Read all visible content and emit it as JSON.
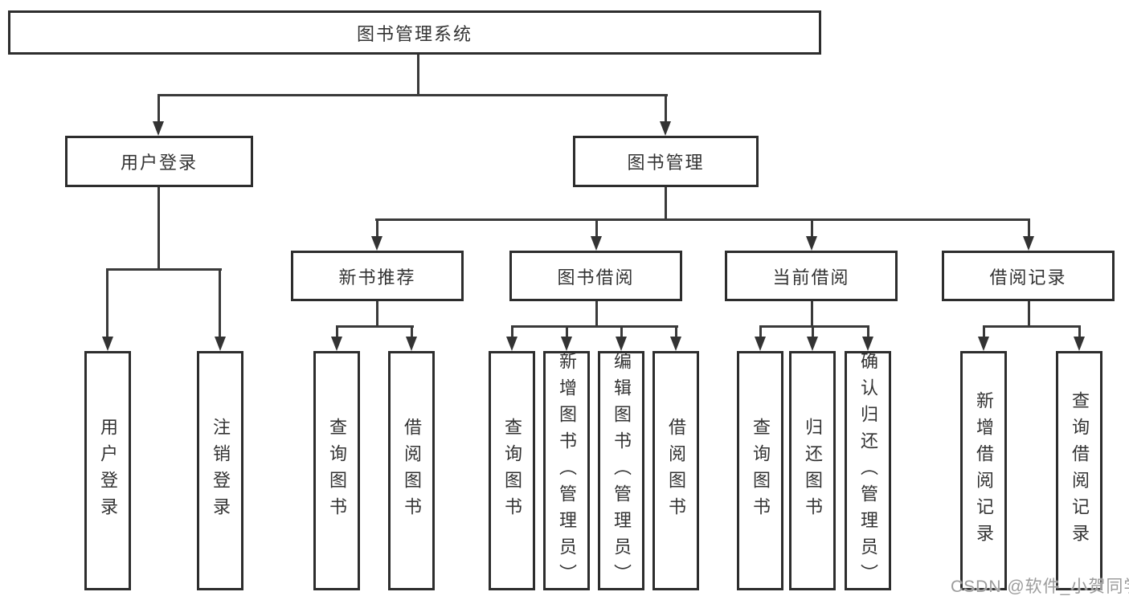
{
  "diagram": {
    "title": "图书管理系统",
    "nodes": {
      "root": "图书管理系统",
      "user_login": "用户登录",
      "book_mgmt": "图书管理",
      "new_book_rec": "新书推荐",
      "book_borrow": "图书借阅",
      "current_borrow": "当前借阅",
      "borrow_record": "借阅记录",
      "leaf_user_login": "用户登录",
      "leaf_logout": "注销登录",
      "leaf_query_book_rec": "查询图书",
      "leaf_borrow_book_rec": "借阅图书",
      "leaf_query_book_borrow": "查询图书",
      "leaf_add_book_admin": "新增图书（管理员）",
      "leaf_edit_book_admin": "编辑图书（管理员）",
      "leaf_borrow_book_borrow": "借阅图书",
      "leaf_query_book_current": "查询图书",
      "leaf_return_book": "归还图书",
      "leaf_confirm_return_admin": "确认归还（管理员）",
      "leaf_add_borrow_record": "新增借阅记录",
      "leaf_query_borrow_record": "查询借阅记录"
    },
    "colors": {
      "line": "#3a3a3a",
      "box_border": "#2d2d2d",
      "text": "#333333",
      "background": "#ffffff",
      "watermark_text_color": "#9c9c9c"
    }
  },
  "watermark": "CSDN @软件_小贺同学"
}
